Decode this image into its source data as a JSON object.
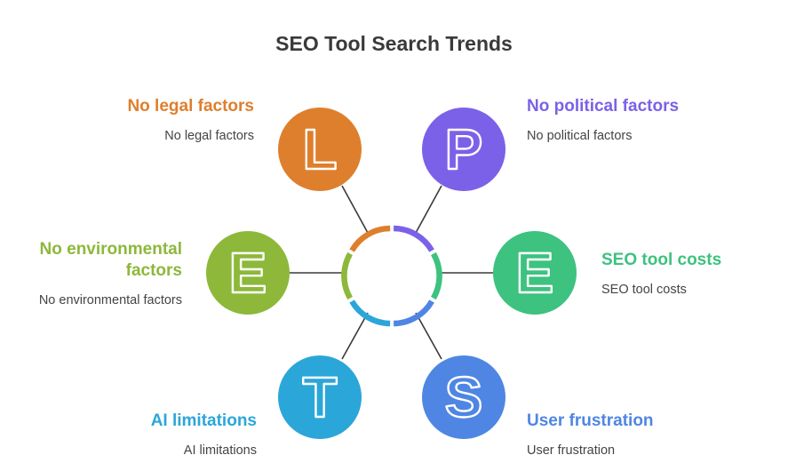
{
  "title": "SEO Tool Search Trends",
  "factors": [
    {
      "key": "legal",
      "letter": "L",
      "heading": "No legal factors",
      "description": "No legal factors",
      "color": "#DE7F2D"
    },
    {
      "key": "political",
      "letter": "P",
      "heading": "No political factors",
      "description": "No political factors",
      "color": "#7B61E8"
    },
    {
      "key": "economic",
      "letter": "E",
      "heading": "SEO tool costs",
      "description": "SEO tool costs",
      "color": "#3DC27F"
    },
    {
      "key": "social",
      "letter": "S",
      "heading": "User frustration",
      "description": "User frustration",
      "color": "#4F86E3"
    },
    {
      "key": "technological",
      "letter": "T",
      "heading": "AI limitations",
      "description": "AI limitations",
      "color": "#2BA6D9"
    },
    {
      "key": "environmental",
      "letter": "E",
      "heading": "No environmental factors",
      "description": "No environmental factors",
      "color": "#8DB83A"
    }
  ]
}
